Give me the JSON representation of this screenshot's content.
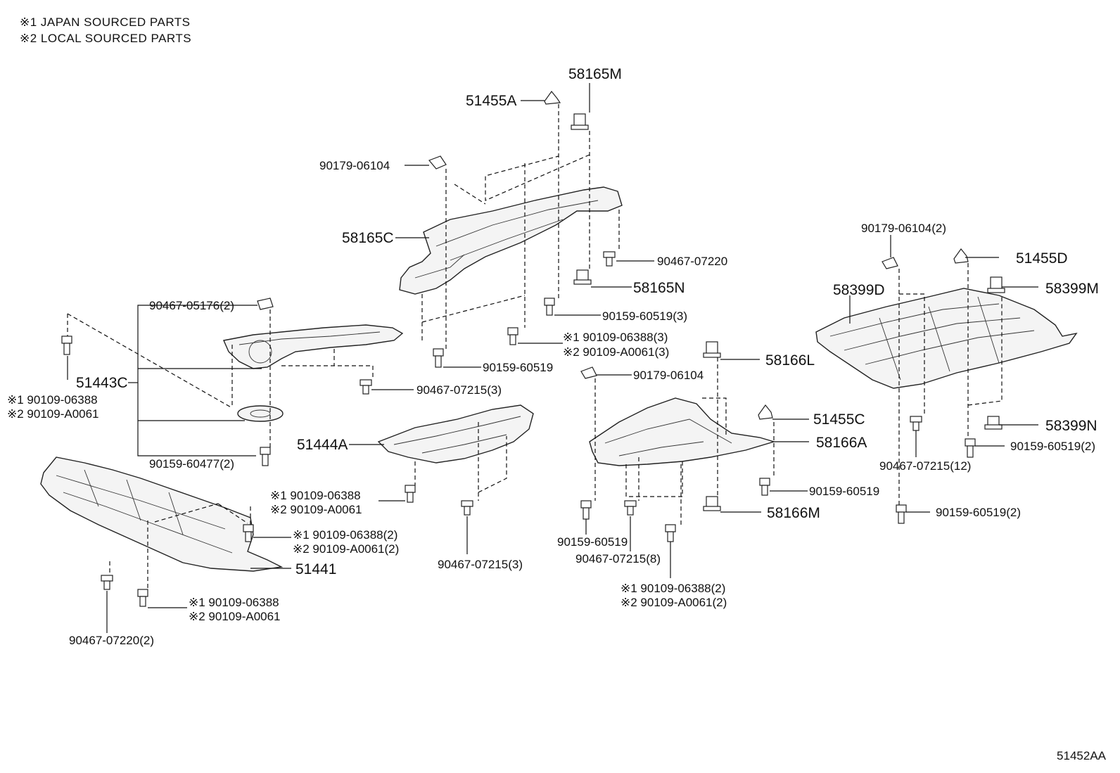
{
  "legend": [
    "※1 JAPAN SOURCED PARTS",
    "※2 LOCAL SOURCED PARTS"
  ],
  "catalog_id": "51452AA",
  "labels": {
    "p58165M": "58165M",
    "p51455A": "51455A",
    "p90179_06104_a": "90179-06104",
    "p58165C": "58165C",
    "p90467_07220": "90467-07220",
    "p58165N": "58165N",
    "p90159_60519_3": "90159-60519(3)",
    "p90109_06388_3": "※1 90109-06388(3)",
    "p90109_A0061_3": "※2 90109-A0061(3)",
    "p90159_60519_a": "90159-60519",
    "p90467_05176_2": "90467-05176(2)",
    "p51443C": "51443C",
    "p90109_06388_left": "※1 90109-06388",
    "p90109_A0061_left": "※2 90109-A0061",
    "p90467_07215_3a": "90467-07215(3)",
    "p51444A": "51444A",
    "p90159_60477_2": "90159-60477(2)",
    "p90109_06388_mid": "※1 90109-06388",
    "p90109_A0061_mid": "※2 90109-A0061",
    "p90467_07215_3b": "90467-07215(3)",
    "p90109_06388_2a": "※1 90109-06388(2)",
    "p90109_A0061_2a": "※2 90109-A0061(2)",
    "p51441": "51441",
    "p90109_06388_low": "※1 90109-06388",
    "p90109_A0061_low": "※2 90109-A0061",
    "p90467_07220_2": "90467-07220(2)",
    "p90179_06104_b": "90179-06104",
    "p58166L": "58166L",
    "p51455C": "51455C",
    "p58166A": "58166A",
    "p90159_60519_b": "90159-60519",
    "p58166M": "58166M",
    "p90159_60519_c": "90159-60519",
    "p90467_07215_8": "90467-07215(8)",
    "p90109_06388_2b": "※1 90109-06388(2)",
    "p90109_A0061_2b": "※2 90109-A0061(2)",
    "p90179_06104_2": "90179-06104(2)",
    "p51455D": "51455D",
    "p58399D": "58399D",
    "p58399M": "58399M",
    "p58399N": "58399N",
    "p90159_60519_2a": "90159-60519(2)",
    "p90467_07215_12": "90467-07215(12)",
    "p90159_60519_2b": "90159-60519(2)"
  }
}
